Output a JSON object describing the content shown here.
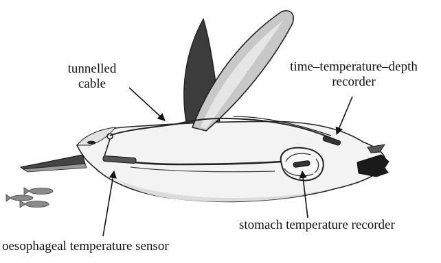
{
  "labels": {
    "tunnelled_cable": [
      "tunnelled",
      "cable"
    ],
    "recorder": [
      "time–temperature–depth",
      "recorder"
    ],
    "stomach": "stomach temperature recorder",
    "oesophageal": "oesophageal temperature sensor"
  },
  "colors": {
    "body_fill": "#f3f3f3",
    "outline": "#222222",
    "dark_flipper": "#3c3c3c",
    "light_flipper": "#c8c8c8",
    "beak": "#444444",
    "feet": "#1a1a1a",
    "fish": "#8a8a8a"
  }
}
